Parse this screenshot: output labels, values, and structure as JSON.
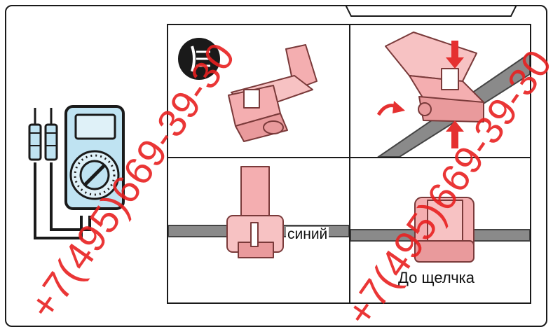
{
  "panels": {
    "wire_blue_label": "синий",
    "snap_until_click_label": "До щелчка"
  },
  "watermark": {
    "text": "+7(495)669-39-30",
    "color": "#e82020"
  },
  "colors": {
    "connector_fill": "#f4aeb0",
    "connector_stroke": "#7a3a3a",
    "meter_body": "#bfe3f2",
    "arrow_red": "#e53030",
    "wire_gray": "#8a8a8a"
  },
  "icons": [
    "multimeter-icon",
    "fuse-symbol-icon",
    "press-arrow-icon",
    "rotate-arrow-icon"
  ]
}
